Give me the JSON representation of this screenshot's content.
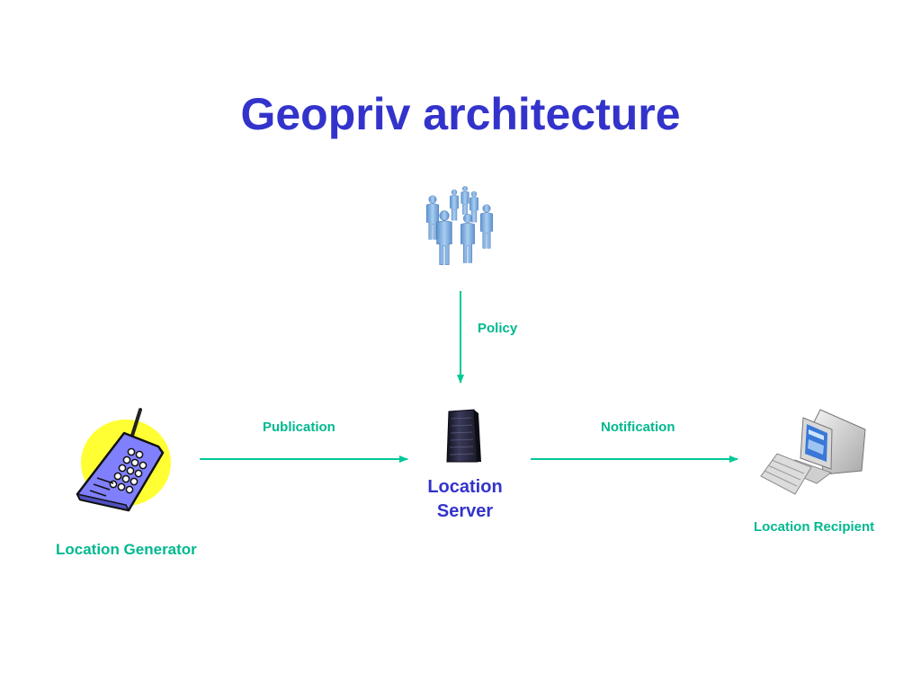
{
  "title": "Geopriv architecture",
  "nodes": {
    "rule_makers": {
      "icon": "people-group-icon"
    },
    "generator": {
      "label": "Location Generator",
      "icon": "mobile-phone-icon"
    },
    "server": {
      "label_line1": "Location",
      "label_line2": "Server",
      "icon": "server-tower-icon"
    },
    "recipient": {
      "label": "Location Recipient",
      "icon": "desktop-computer-icon"
    }
  },
  "edges": {
    "policy": {
      "label": "Policy"
    },
    "publication": {
      "label": "Publication"
    },
    "notification": {
      "label": "Notification"
    }
  },
  "colors": {
    "title": "#3333cc",
    "label_teal": "#00b88f",
    "arrow": "#00c896",
    "phone_body": "#8080ff",
    "phone_halo": "#ffff33",
    "people": "#7fb2e5"
  }
}
